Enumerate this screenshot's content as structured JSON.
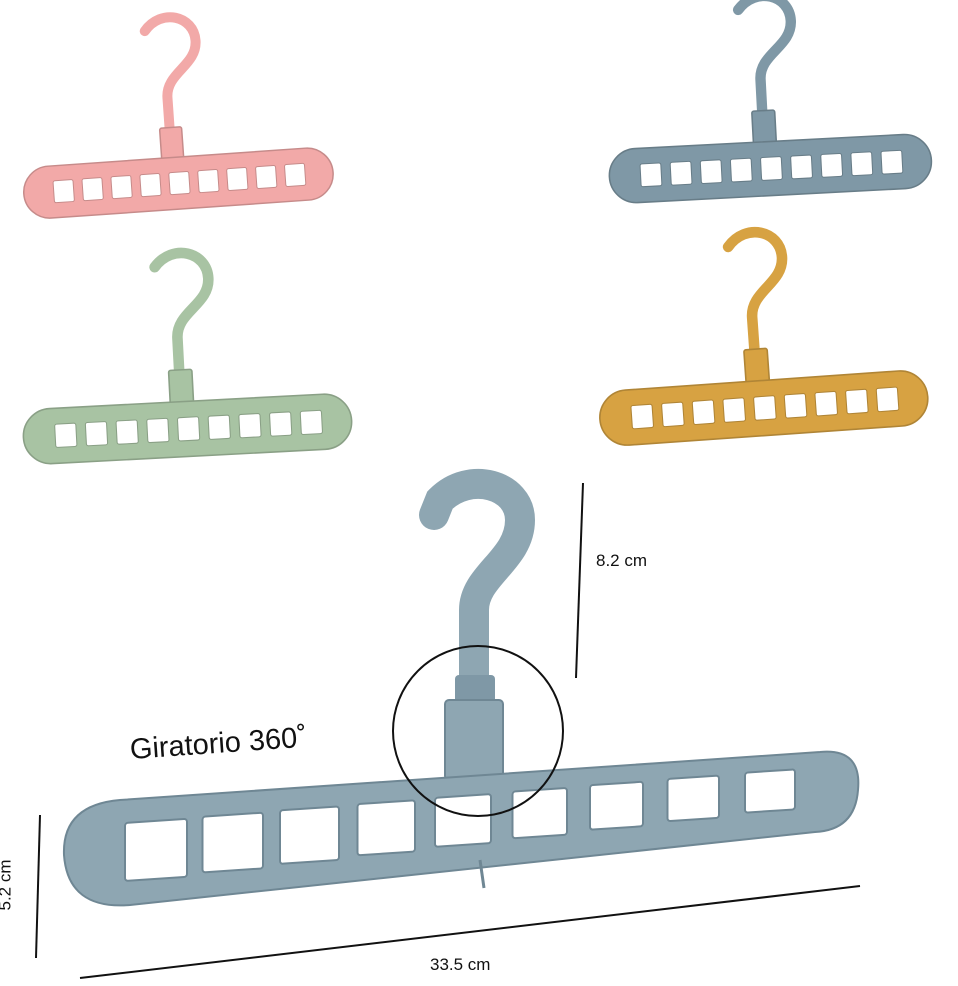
{
  "labels": {
    "hook_height": "8.2 cm",
    "rotation": "Giratorio 360˚",
    "bar_height": "5.2 cm",
    "bar_length": "33.5 cm"
  },
  "colors": {
    "pink": "#f2a9a8",
    "blue": "#7f98a6",
    "green": "#a8c3a3",
    "yellow": "#d7a242",
    "large_blue": "#8ea6b2"
  }
}
